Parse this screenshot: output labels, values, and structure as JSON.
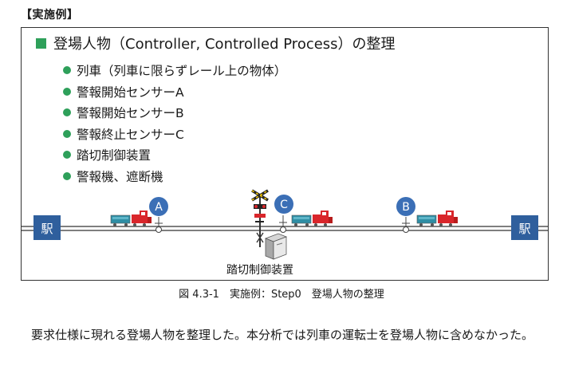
{
  "example_label": "【実施例】",
  "heading": "登場人物（Controller, Controlled Process）の整理",
  "bullets": [
    "列車（列車に限らずレール上の物体）",
    "警報開始センサーA",
    "警報開始センサーB",
    "警報終止センサーC",
    "踏切制御装置",
    "警報機、遮断機"
  ],
  "diagram": {
    "station_left": "駅",
    "station_right": "駅",
    "sensor_a": "A",
    "sensor_b": "B",
    "sensor_c": "C",
    "controller_label": "踏切制御装置"
  },
  "colors": {
    "accent_green": "#2ea05a",
    "sensor_blue": "#3b6fb6",
    "station_blue": "#2f5f9d",
    "train_red": "#d9262b",
    "train_teal": "#2f8ea5"
  },
  "caption": "図 4.3-1　実施例：Step0　登場人物の整理",
  "body_text": "要求仕様に現れる登場人物を整理した。本分析では列車の運転士を登場人物に含めなかった。"
}
